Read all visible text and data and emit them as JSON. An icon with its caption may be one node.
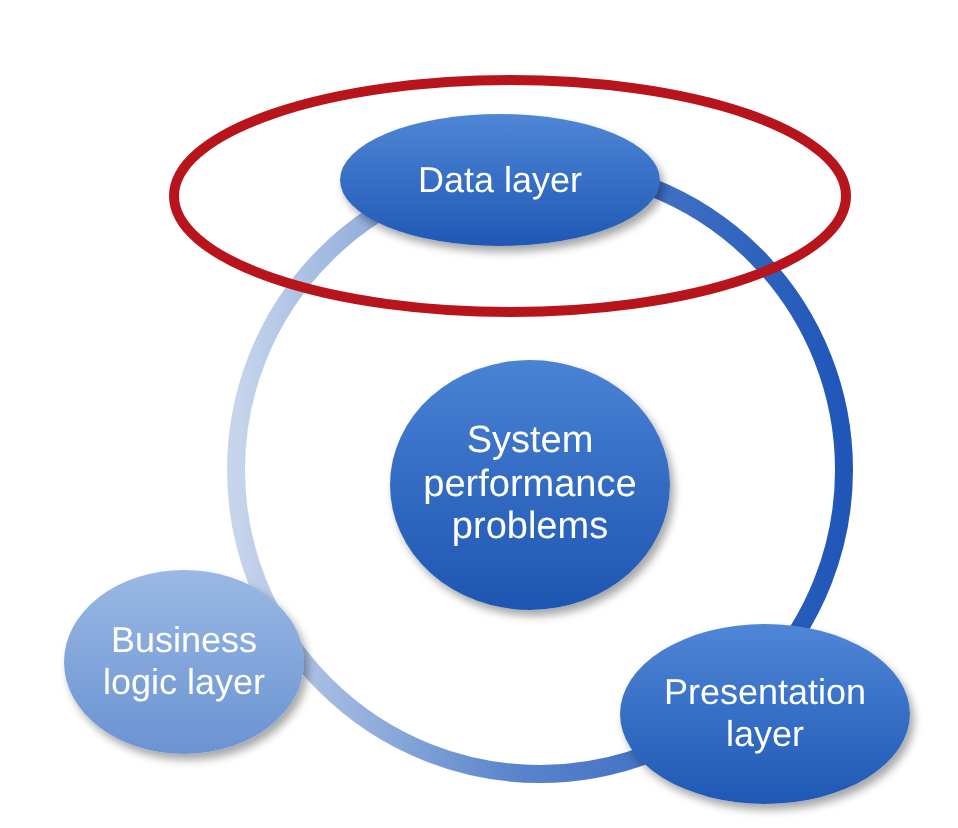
{
  "diagram": {
    "nodes": [
      {
        "text": [
          "Data layer"
        ]
      },
      {
        "text": [
          "System performance problems"
        ]
      },
      {
        "text": [
          "Business logic layer"
        ]
      },
      {
        "text": [
          "Presentation layer"
        ]
      }
    ]
  }
}
